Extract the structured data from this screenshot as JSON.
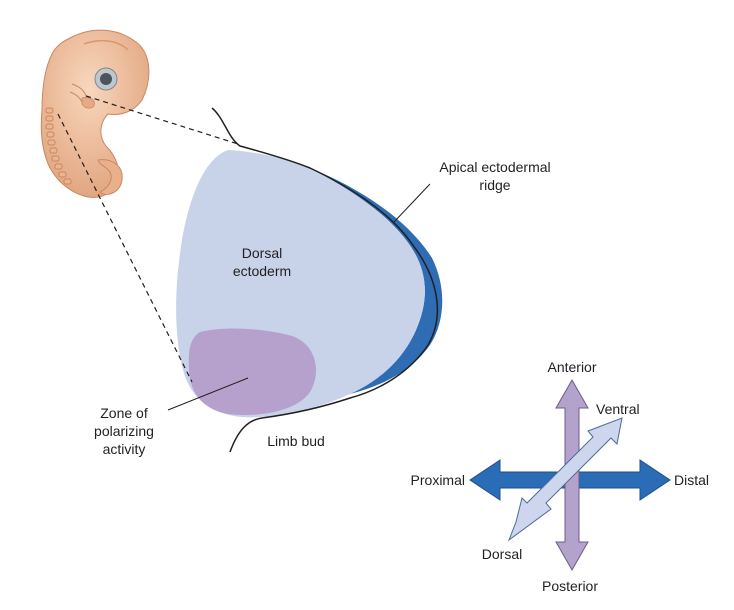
{
  "labels": {
    "apical_ridge_line1": "Apical ectodermal",
    "apical_ridge_line2": "ridge",
    "dorsal_ectoderm_line1": "Dorsal",
    "dorsal_ectoderm_line2": "ectoderm",
    "zpa_line1": "Zone of",
    "zpa_line2": "polarizing",
    "zpa_line3": "activity",
    "limb_bud": "Limb bud"
  },
  "axes": {
    "anterior": "Anterior",
    "posterior": "Posterior",
    "proximal": "Proximal",
    "distal": "Distal",
    "dorsal": "Dorsal",
    "ventral": "Ventral"
  },
  "colors": {
    "limb_bud_fill": "#c8d3ea",
    "apical_ridge": "#2e6db4",
    "zpa_fill": "#b6a0cc",
    "axis_ap": "#b3a2cc",
    "axis_pd": "#2a6cb6",
    "axis_dv": "#cdd6ec",
    "embryo_skin": "#f1c2a0"
  }
}
